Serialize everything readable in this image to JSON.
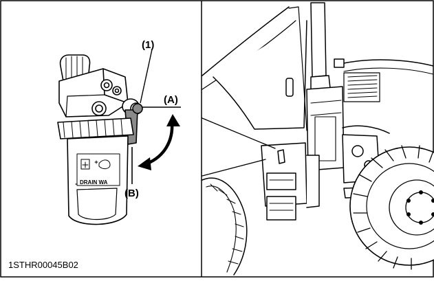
{
  "callouts": {
    "part": "(1)",
    "position_a": "(A)",
    "position_b": "(B)"
  },
  "filter_bowl_text": "DRAIN WA",
  "figure_code": "1STHR00045B02"
}
